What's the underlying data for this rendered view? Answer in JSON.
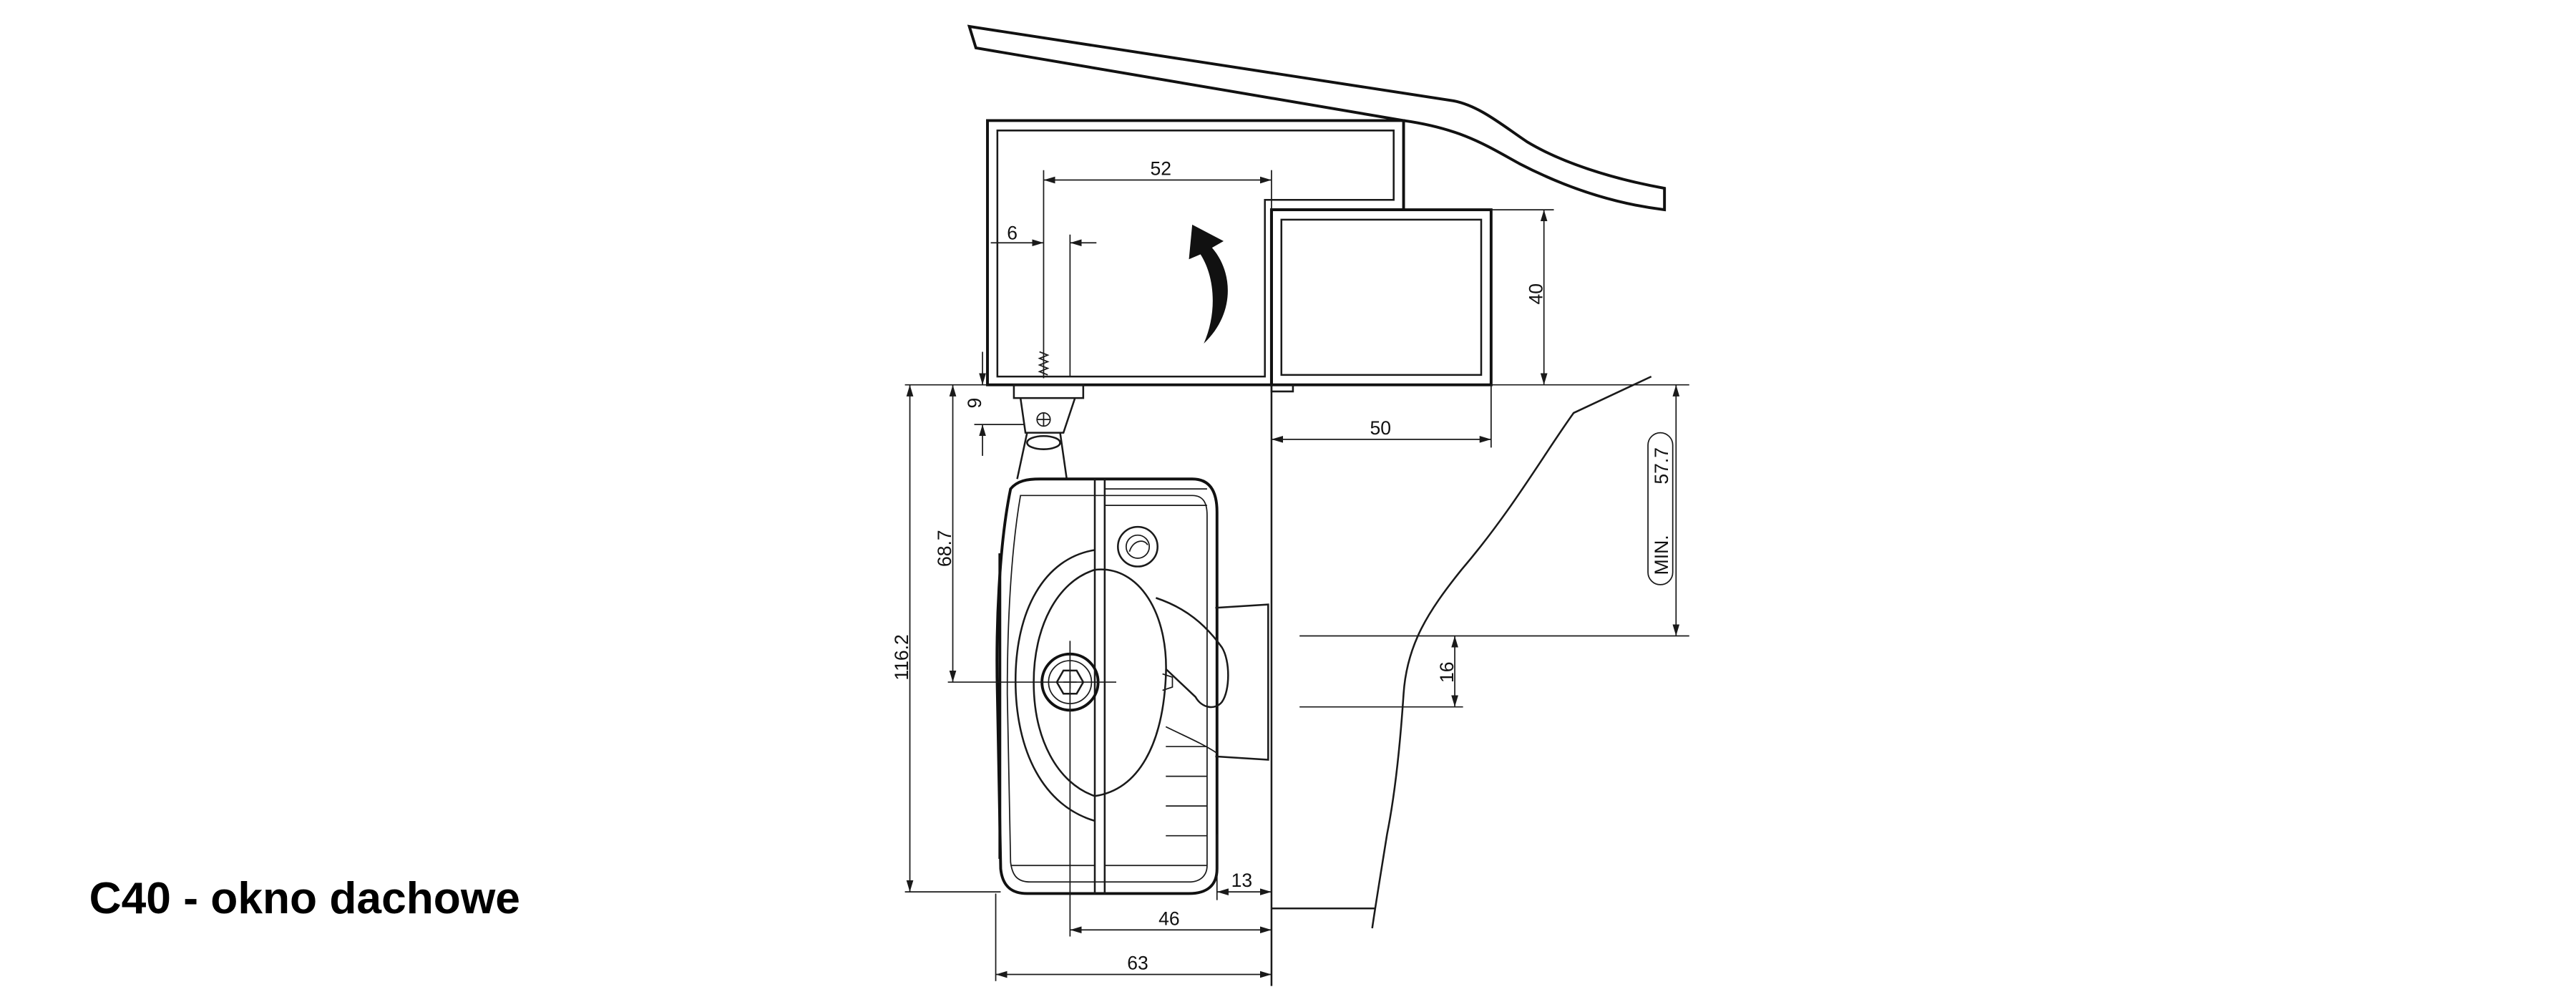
{
  "title": "C40 - okno dachowe",
  "dimension_labels": [
    "52",
    "6",
    "40",
    "9",
    "50",
    "68.7",
    "116.2",
    "57.7",
    "16",
    "13",
    "46",
    "63"
  ],
  "min_label": "MIN.",
  "colors": {
    "line": "#1a1a1a",
    "background": "#ffffff"
  }
}
